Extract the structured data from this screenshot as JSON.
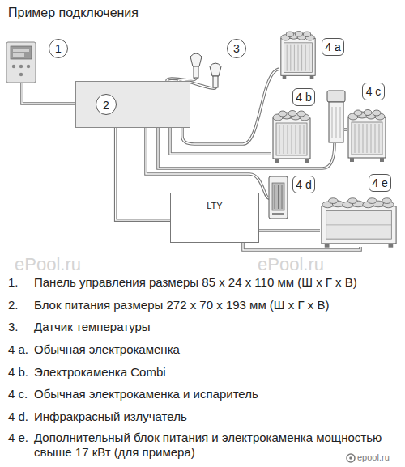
{
  "diagram": {
    "title": "Пример подключения",
    "nodes": [
      {
        "text": [
          "1"
        ]
      },
      {
        "text": [
          "2"
        ]
      },
      {
        "text": [
          "3"
        ]
      },
      {
        "text": [
          "4 a"
        ]
      },
      {
        "text": [
          "4 b"
        ]
      },
      {
        "text": [
          "4 c"
        ]
      },
      {
        "text": [
          "4 d"
        ]
      },
      {
        "text": [
          "4 e"
        ]
      },
      {
        "text": [
          "LTY"
        ]
      }
    ],
    "edges": [
      {
        "from": 1,
        "to": 8,
        "arrow": "none"
      }
    ],
    "labels": [
      "1.",
      "Панель управления размеры 85 x 24 x 110 мм (Ш x Г x В)",
      "2.",
      "Блок питания размеры 272 x 70 x 193 мм (Ш x Г x В)",
      "3.",
      "Датчик температуры",
      "4 a.",
      "Обычная электрокаменка",
      "4 b.",
      "Электрокаменка Combi",
      "4 c.",
      "Обычная электрокаменка и испаритель",
      "4 d.",
      "Инфракрасный излучатель",
      "4 e.",
      "Дополнительный блок питания и электрокаменка мощностью свыше 17 кВт (для примера)",
      "ePool.ru",
      "ePool.ru",
      "epool.ru"
    ]
  }
}
